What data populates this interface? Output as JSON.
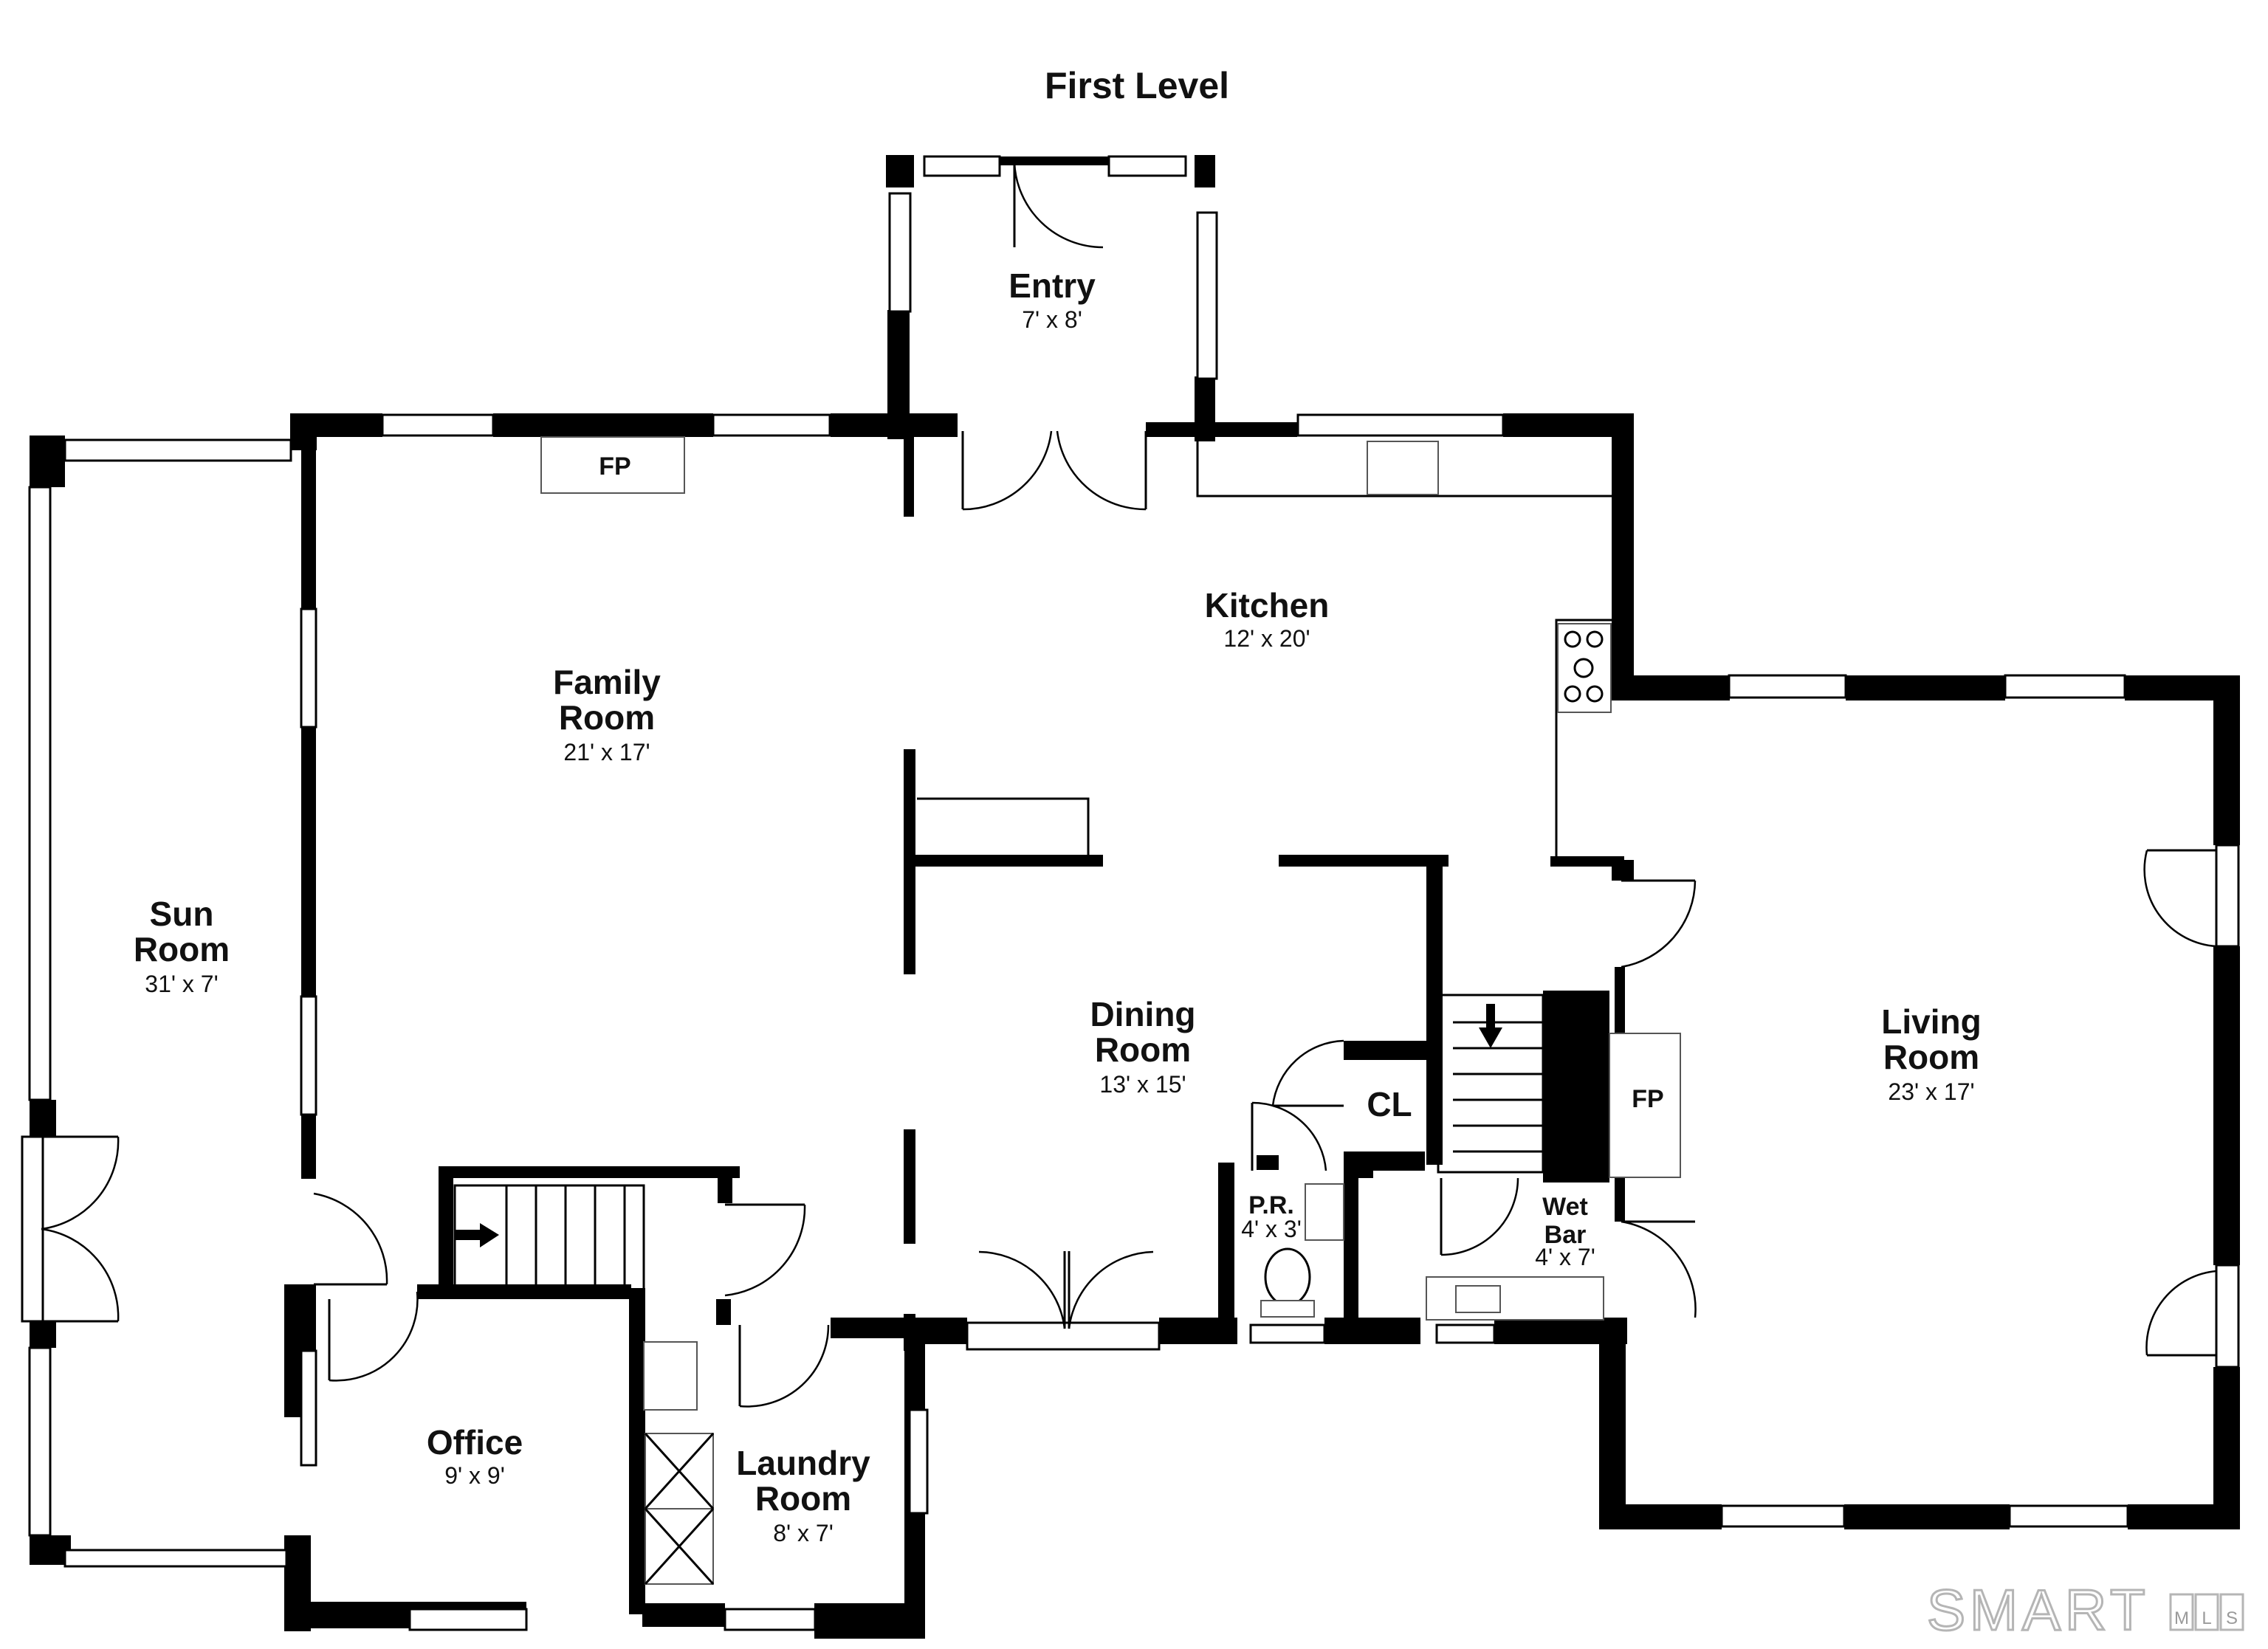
{
  "title": "First Level",
  "rooms": {
    "entry": {
      "name": "Entry",
      "dims": "7' x 8'"
    },
    "kitchen": {
      "name": "Kitchen",
      "dims": "12' x 20'"
    },
    "family_room": {
      "name_line1": "Family",
      "name_line2": "Room",
      "dims": "21' x 17'"
    },
    "sun_room": {
      "name_line1": "Sun",
      "name_line2": "Room",
      "dims": "31' x 7'"
    },
    "dining_room": {
      "name_line1": "Dining",
      "name_line2": "Room",
      "dims": "13' x 15'"
    },
    "living_room": {
      "name_line1": "Living",
      "name_line2": "Room",
      "dims": "23' x 17'"
    },
    "office": {
      "name": "Office",
      "dims": "9' x 9'"
    },
    "laundry_room": {
      "name_line1": "Laundry",
      "name_line2": "Room",
      "dims": "8' x 7'"
    },
    "powder_room": {
      "name": "P.R.",
      "dims": "4' x 3'"
    },
    "wet_bar": {
      "name_line1": "Wet",
      "name_line2": "Bar",
      "dims": "4' x 7'"
    },
    "closet": {
      "name": "CL"
    }
  },
  "fixtures": {
    "fireplace_family": "FP",
    "fireplace_living": "FP"
  },
  "logo": {
    "text": "SMART",
    "small": [
      "M",
      "L",
      "S"
    ]
  },
  "colors": {
    "wall": "#000000",
    "logo": "#b5b5b5"
  }
}
